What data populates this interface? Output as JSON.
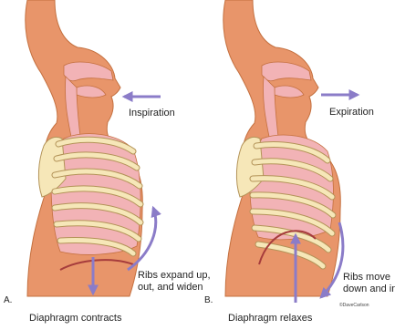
{
  "colors": {
    "skin": "#e8956a",
    "skin_stroke": "#c4703f",
    "tissue": "#f2b3b6",
    "rib": "#f6e7b8",
    "rib_stroke": "#b39358",
    "arrow": "#8b7cc8"
  },
  "panels": [
    {
      "letter": "A.",
      "airflow_label": "Inspiration",
      "rib_note": "Ribs expand up,\nout, and widen",
      "caption": "Diaphragm contracts"
    },
    {
      "letter": "B.",
      "airflow_label": "Expiration",
      "rib_note": "Ribs move\ndown and in",
      "caption": "Diaphragm relaxes"
    }
  ],
  "credit": "©DaveCarlson"
}
